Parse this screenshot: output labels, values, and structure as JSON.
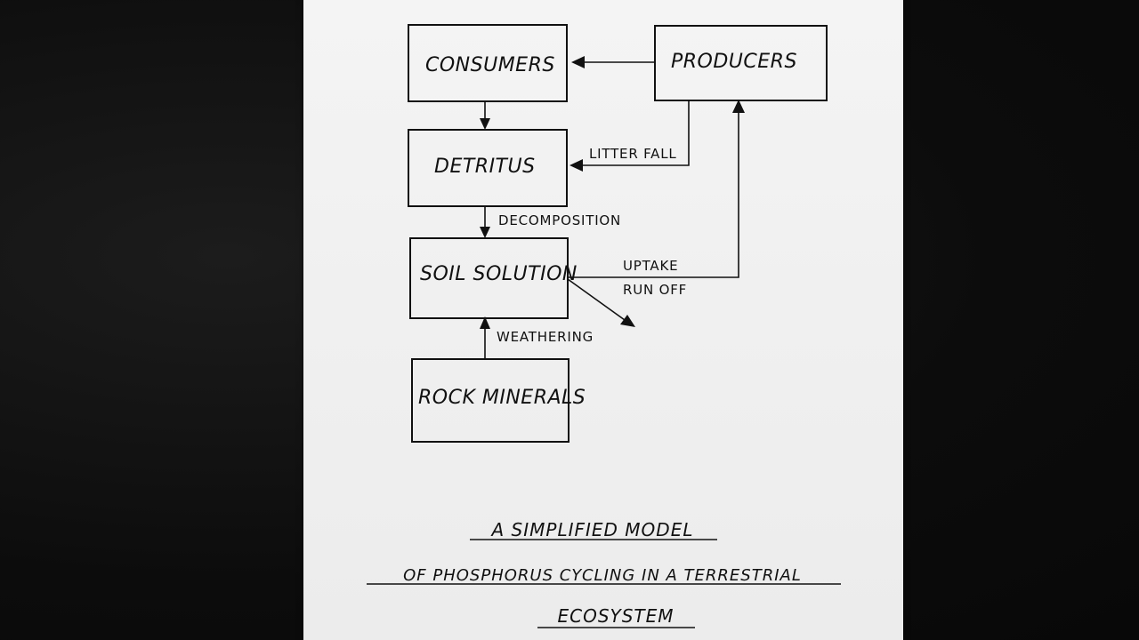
{
  "nodes": {
    "consumers": "CONSUMERS",
    "producers": "PRODUCERS",
    "detritus": "DETRITUS",
    "soil_solution": "SOIL SOLUTION",
    "rock_minerals": "ROCK MINERALS"
  },
  "edges": {
    "litter_fall": "LITTER FALL",
    "decomposition": "DECOMPOSITION",
    "uptake": "UPTAKE",
    "run_off": "RUN OFF",
    "weathering": "WEATHERING"
  },
  "caption": {
    "line1": "A SIMPLIFIED MODEL",
    "line2": "OF PHOSPHORUS CYCLING IN A TERRESTRIAL",
    "line3": "ECOSYSTEM"
  }
}
